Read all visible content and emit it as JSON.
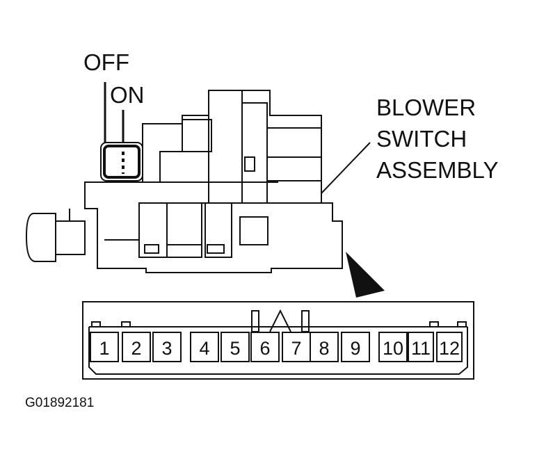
{
  "labels": {
    "off": "OFF",
    "on": "ON",
    "callout_line1": "BLOWER",
    "callout_line2": "SWITCH",
    "callout_line3": "ASSEMBLY"
  },
  "connector": {
    "pins": [
      "1",
      "2",
      "3",
      "4",
      "5",
      "6",
      "7",
      "8",
      "9",
      "10",
      "11",
      "12"
    ]
  },
  "figure_id": "G01892181",
  "colors": {
    "ink": "#111111",
    "background": "#ffffff"
  }
}
